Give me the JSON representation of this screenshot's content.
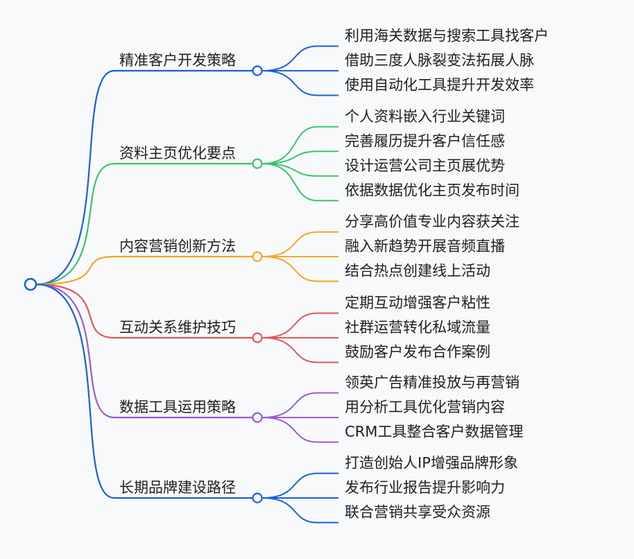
{
  "mindmap": {
    "branches": [
      {
        "label": "精准客户开发策略",
        "color": "#1a5fd6",
        "children": [
          "利用海关数据与搜索工具找客户",
          "借助三度人脉裂变法拓展人脉",
          "使用自动化工具提升开发效率"
        ]
      },
      {
        "label": "资料主页优化要点",
        "color": "#3cc46a",
        "children": [
          "个人资料嵌入行业关键词",
          "完善履历提升客户信任感",
          "设计运营公司主页展优势",
          "依据数据优化主页发布时间"
        ]
      },
      {
        "label": "内容营销创新方法",
        "color": "#f5a623",
        "children": [
          "分享高价值专业内容获关注",
          "融入新趋势开展音频直播",
          "结合热点创建线上活动"
        ]
      },
      {
        "label": "互动关系维护技巧",
        "color": "#e0575b",
        "children": [
          "定期互动增强客户粘性",
          "社群运营转化私域流量",
          "鼓励客户发布合作案例"
        ]
      },
      {
        "label": "数据工具运用策略",
        "color": "#9b59d0",
        "children": [
          "领英广告精准投放与再营销",
          "用分析工具优化营销内容",
          "CRM工具整合客户数据管理"
        ]
      },
      {
        "label": "长期品牌建设路径",
        "color": "#1a5fd6",
        "children": [
          "打造创始人IP增强品牌形象",
          "发布行业报告提升影响力",
          "联合营销共享受众资源"
        ]
      }
    ],
    "root_color": "#1a5fd6"
  }
}
